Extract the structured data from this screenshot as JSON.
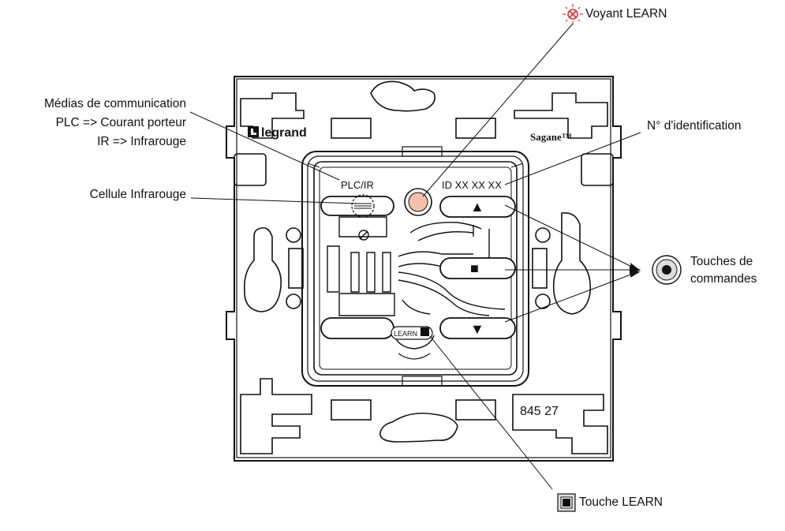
{
  "labels": {
    "voyant_learn": "Voyant LEARN",
    "medias_line1": "Médias de communication",
    "medias_line2": "PLC => Courant porteur",
    "medias_line3": "IR => Infrarouge",
    "cellule_ir": "Cellule Infrarouge",
    "identification": "N° d'identification",
    "touches_line1": "Touches de",
    "touches_line2": "commandes",
    "touche_learn": "Touche LEARN"
  },
  "device": {
    "brand": "legrand",
    "series": "Sagane™",
    "plc_ir": "PLC/IR",
    "id_text": "ID XX XX XX",
    "learn_key": "LEARN",
    "reference": "845 27",
    "up_symbol": "▲",
    "stop_symbol": "■",
    "down_symbol": "▼"
  },
  "colors": {
    "led": "#f3c1aa",
    "led_icon": "#e0302a",
    "line": "#111111"
  }
}
